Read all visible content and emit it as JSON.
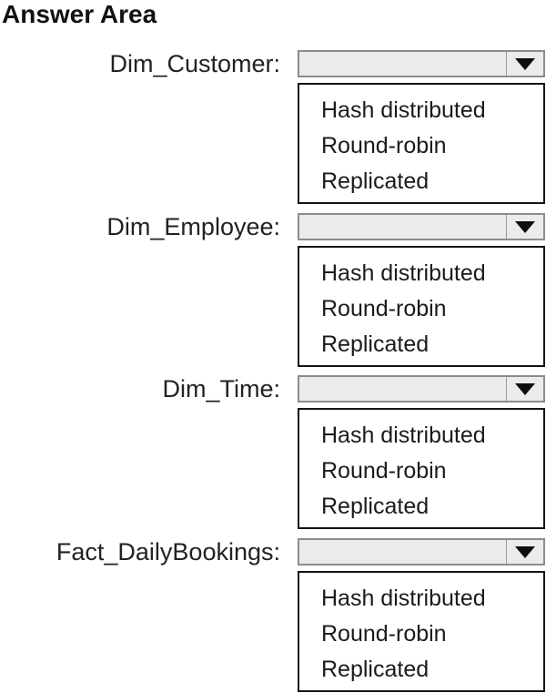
{
  "title": "Answer Area",
  "colors": {
    "select_fill": "#ebebeb",
    "select_border": "#8c8c8c",
    "list_border": "#141414",
    "text": "#1b1b1b",
    "separator": "#9a9a9a",
    "arrow": "#0d0d0d"
  },
  "dropdowns": [
    {
      "label": "Dim_Customer:",
      "selected_value": "",
      "options": [
        "Hash distributed",
        "Round-robin",
        "Replicated"
      ]
    },
    {
      "label": "Dim_Employee:",
      "selected_value": "",
      "options": [
        "Hash distributed",
        "Round-robin",
        "Replicated"
      ]
    },
    {
      "label": "Dim_Time:",
      "selected_value": "",
      "options": [
        "Hash distributed",
        "Round-robin",
        "Replicated"
      ]
    },
    {
      "label": "Fact_DailyBookings:",
      "selected_value": "",
      "options": [
        "Hash distributed",
        "Round-robin",
        "Replicated"
      ]
    }
  ]
}
